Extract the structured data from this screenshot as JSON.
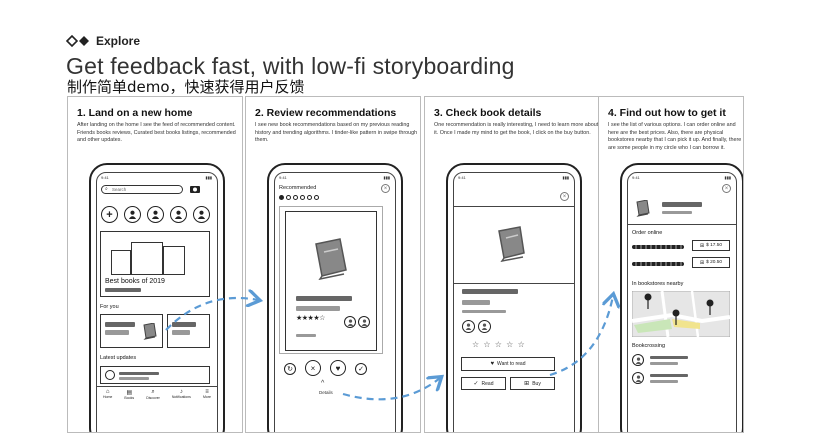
{
  "header": {
    "brand": "Explore",
    "title": "Get feedback fast, with low-fi storyboarding",
    "subtitle": "制作简单demo，快速获得用户反馈"
  },
  "panels": [
    {
      "title": "1. Land on a new home",
      "desc": "After landing on the home I see the feed of recommended content. Friends books reviews, Curated best books listings, recommended and other updates.",
      "phone": {
        "search_placeholder": "Search",
        "hero_label": "Best books of 2019",
        "for_you": "For you",
        "latest": "Latest updates",
        "nav": [
          "Home",
          "Books",
          "Discover",
          "Notifications",
          "More"
        ]
      }
    },
    {
      "title": "2. Review recommendations",
      "desc": "I see new book recommendations based on my previous reading history and trending algorithms. I tinder-like pattern in swipe through them.",
      "phone": {
        "header": "Recommended",
        "rating": "★★★★☆",
        "details": "Details"
      }
    },
    {
      "title": "3. Check book details",
      "desc": "One recommendation is really interesting, I need to learn more about it. Once I made my mind to get the book, I click on the buy button.",
      "phone": {
        "stars": "☆ ☆ ☆ ☆ ☆",
        "want": "Want to read",
        "read": "Read",
        "buy": "Buy"
      }
    },
    {
      "title": "4. Find out how to get it",
      "desc": "I see the list of various options. I can order online and here are the best prices. Also, there are physical bookstores nearby that I can pick it up. And finally, there are some people in my circle who I can borrow it.",
      "phone": {
        "order_online": "Order online",
        "price1": "$ 17.50",
        "price2": "$ 20.50",
        "in_bookstores": "In bookstores nearby",
        "bookcrossing": "Bookcrossing"
      }
    }
  ],
  "colors": {
    "arrow": "#5b9bd5",
    "map_green": "#c9e6b8",
    "map_yellow": "#f1e48e"
  }
}
